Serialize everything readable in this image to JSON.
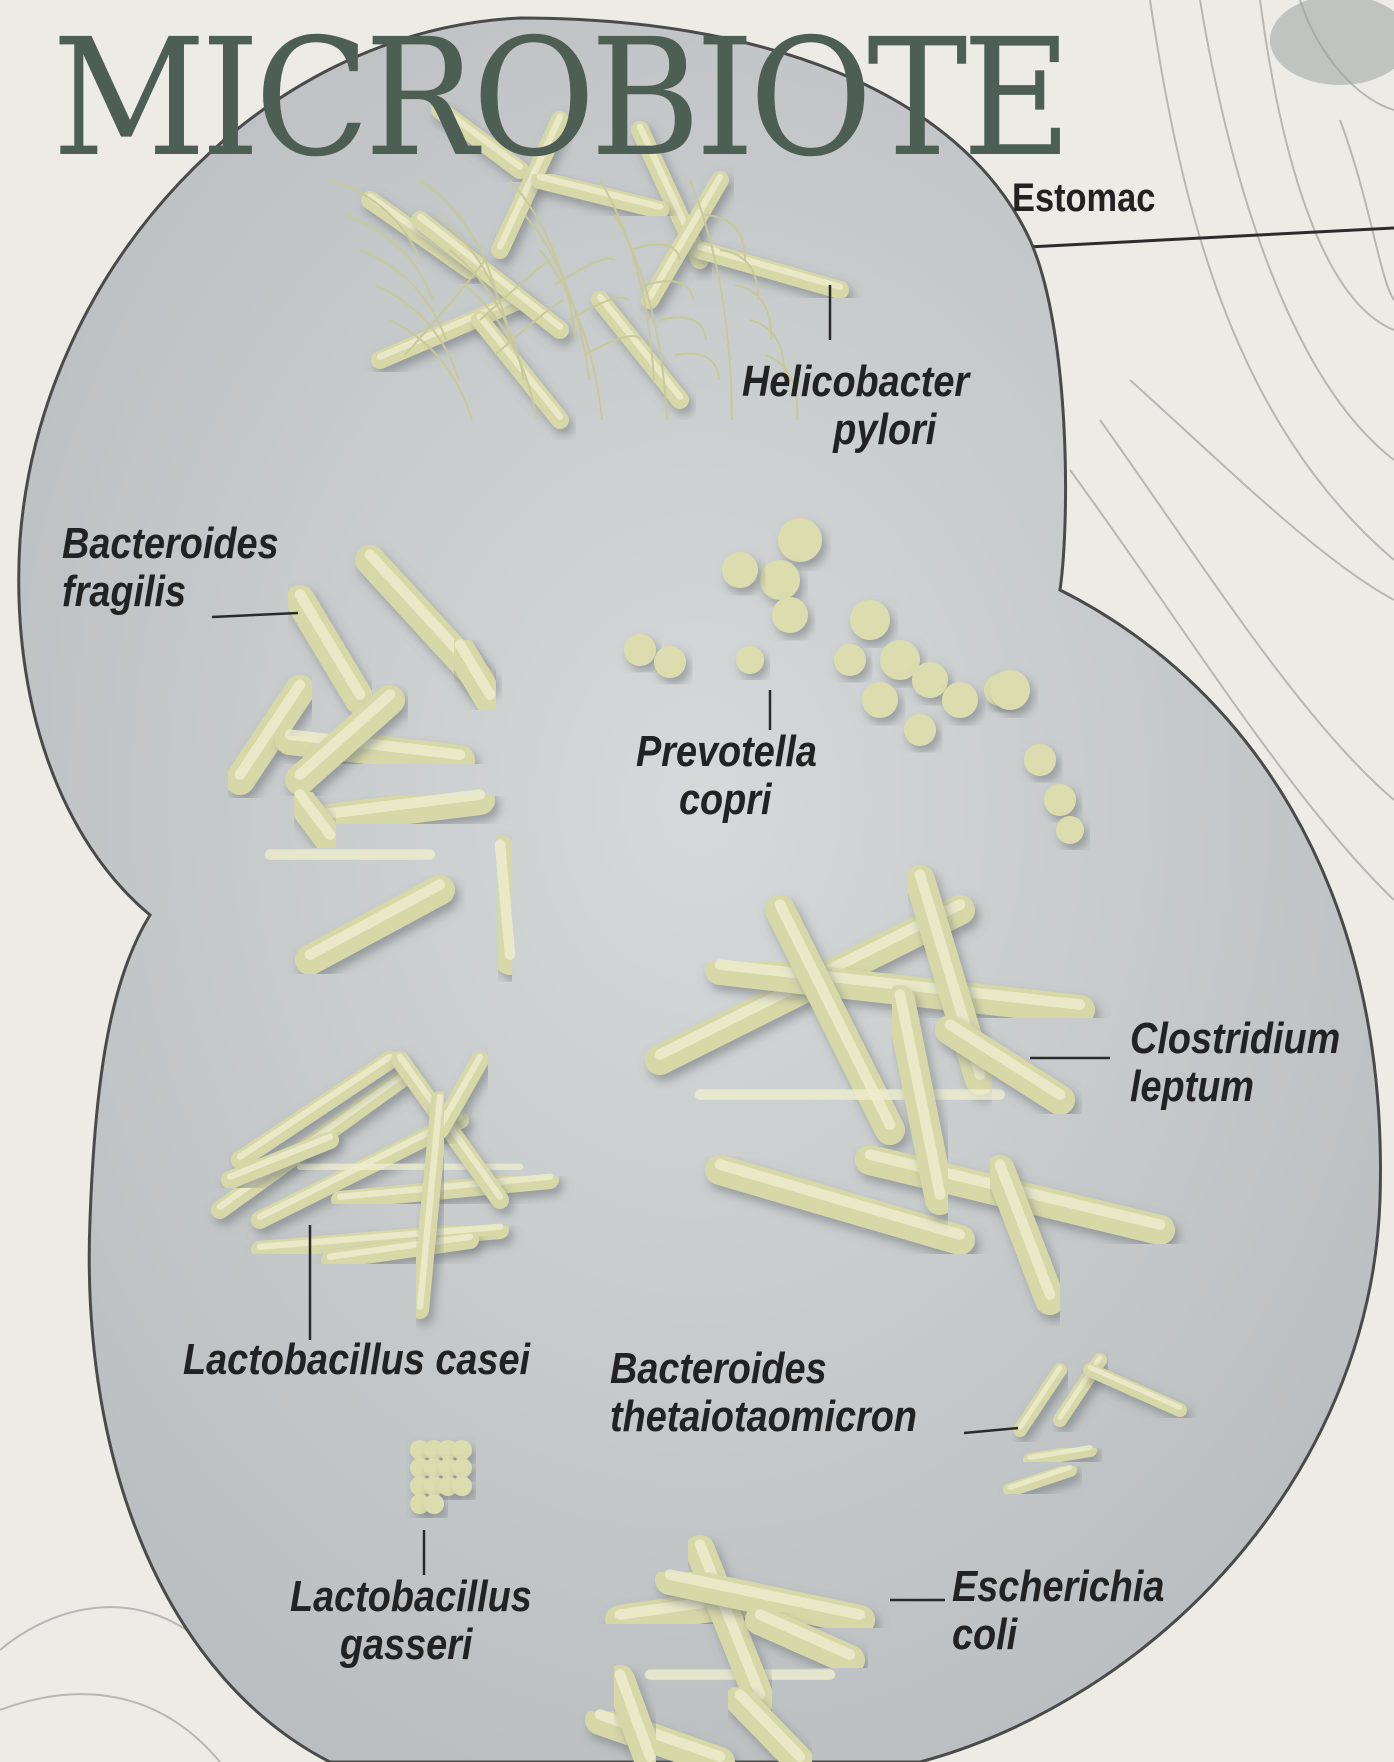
{
  "title": "MICROBIOTE",
  "region_label": "Estomac",
  "bacteria": [
    {
      "line1": "Helicobacter",
      "line2": "pylori"
    },
    {
      "line1": "Bacteroides",
      "line2": "fragilis"
    },
    {
      "line1": "Prevotella",
      "line2": "copri"
    },
    {
      "line1": "Clostridium",
      "line2": "leptum"
    },
    {
      "line1": "Lactobacillus casei",
      "line2": ""
    },
    {
      "line1": "Bacteroides",
      "line2": "thetaiotaomicron"
    },
    {
      "line1": "Lactobacillus",
      "line2": "gasseri"
    },
    {
      "line1": "Escherichia",
      "line2": "coli"
    }
  ],
  "colors": {
    "title": "#4d5f55",
    "panel": "#c9ccce",
    "bacterium": "#dcdcaa",
    "background": "#ecebe6"
  }
}
